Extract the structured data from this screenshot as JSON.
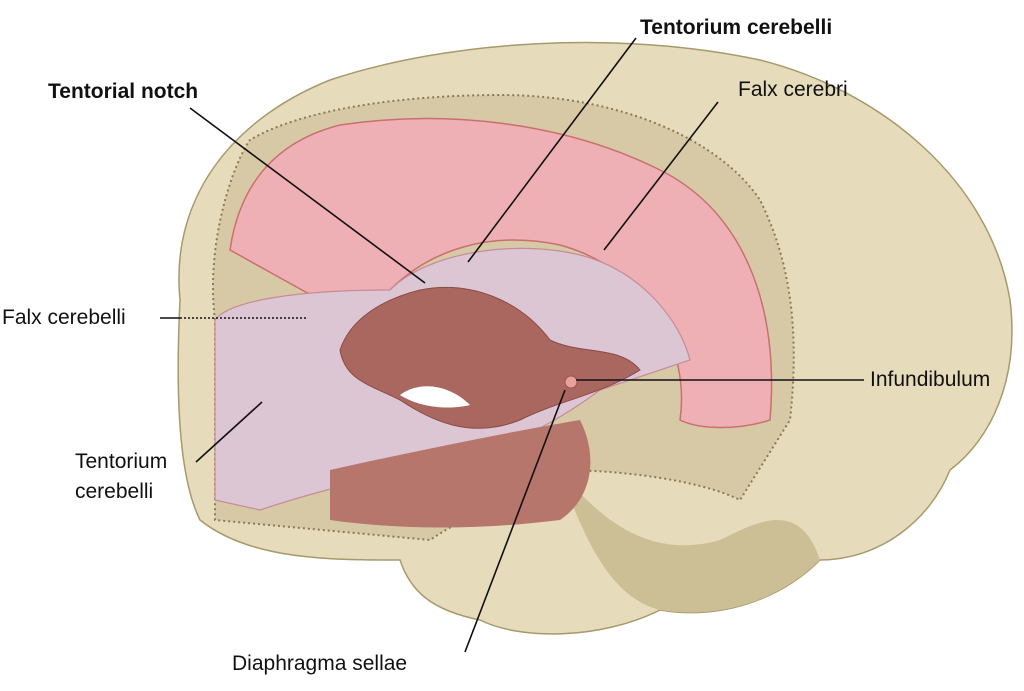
{
  "figure": {
    "labels": {
      "tentorium_cerebelli_top": "Tentorium cerebelli",
      "tentorial_notch": "Tentorial notch",
      "falx_cerebri": "Falx cerebri",
      "falx_cerebelli": "Falx cerebelli",
      "infundibulum": "Infundibulum",
      "tentorium_cerebelli_left_line1": "Tentorium",
      "tentorium_cerebelli_left_line2": "cerebelli",
      "diaphragma_sellae": "Diaphragma sellae"
    },
    "colors": {
      "bone": "#e6dcbc",
      "bone_shadow": "#c9bd93",
      "dura": "#e9a9ae",
      "tentorium": "#d9c3d2",
      "cavity": "#a9675f",
      "leader": "#111111"
    }
  }
}
